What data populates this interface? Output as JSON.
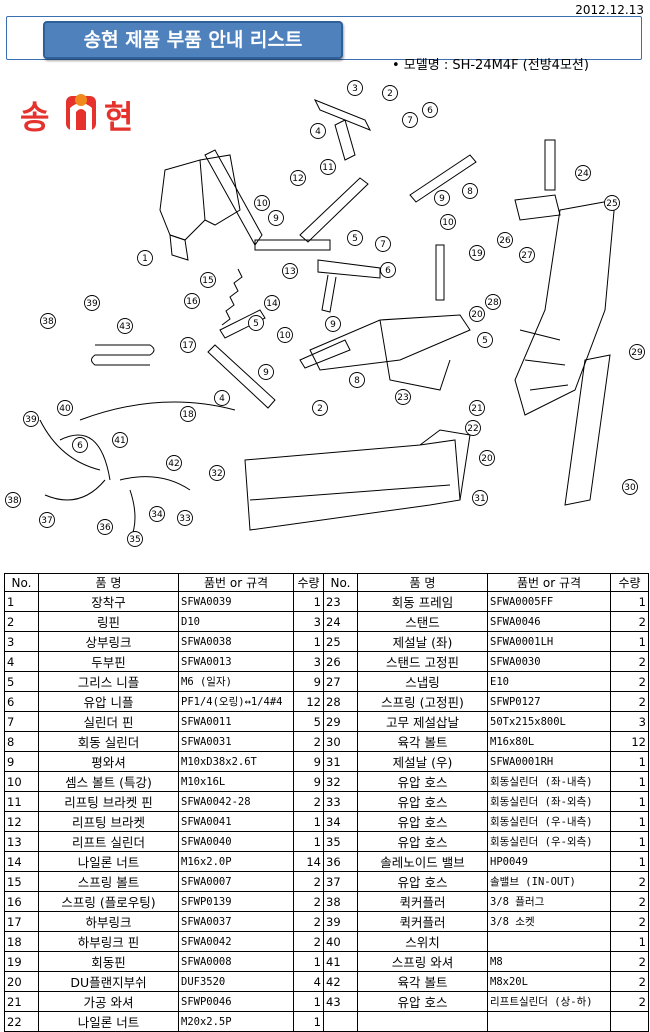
{
  "header": {
    "date": "2012.12.13",
    "title": "송현 제품 부품 안내 리스트",
    "model_label": "• 모델명 : SH-24M4F (전방4모션)"
  },
  "logo": {
    "text_left": "송",
    "text_right": "현",
    "colors": [
      "#e5322d",
      "#f08a1c"
    ]
  },
  "diagram": {
    "callouts": [
      "1",
      "2",
      "3",
      "4",
      "5",
      "6",
      "7",
      "8",
      "9",
      "10",
      "11",
      "12",
      "13",
      "14",
      "15",
      "16",
      "17",
      "18",
      "19",
      "20",
      "21",
      "22",
      "23",
      "24",
      "25",
      "26",
      "27",
      "28",
      "29",
      "30",
      "31",
      "32",
      "33",
      "34",
      "35",
      "36",
      "37",
      "38",
      "39",
      "40",
      "41",
      "42",
      "43"
    ]
  },
  "table": {
    "headers": [
      "No.",
      "품  명",
      "품번 or 규격",
      "수량",
      "No.",
      "품  명",
      "품번 or 규격",
      "수량"
    ],
    "left": [
      {
        "no": "1",
        "name": "장착구",
        "code": "SFWA0039",
        "qty": "1"
      },
      {
        "no": "2",
        "name": "링핀",
        "code": "D10",
        "qty": "3"
      },
      {
        "no": "3",
        "name": "상부링크",
        "code": "SFWA0038",
        "qty": "1"
      },
      {
        "no": "4",
        "name": "두부핀",
        "code": "SFWA0013",
        "qty": "3"
      },
      {
        "no": "5",
        "name": "그리스 니플",
        "code": "M6 (일자)",
        "qty": "9"
      },
      {
        "no": "6",
        "name": "유압 니플",
        "code": "PF1/4(오링)↔1/4#4",
        "qty": "12"
      },
      {
        "no": "7",
        "name": "실린더 핀",
        "code": "SFWA0011",
        "qty": "5"
      },
      {
        "no": "8",
        "name": "회동 실린더",
        "code": "SFWA0031",
        "qty": "2"
      },
      {
        "no": "9",
        "name": "평와셔",
        "code": "M10xD38x2.6T",
        "qty": "9"
      },
      {
        "no": "10",
        "name": "셈스 볼트 (특강)",
        "code": "M10x16L",
        "qty": "9"
      },
      {
        "no": "11",
        "name": "리프팅 브라켓 핀",
        "code": "SFWA0042-28",
        "qty": "2"
      },
      {
        "no": "12",
        "name": "리프팅 브라켓",
        "code": "SFWA0041",
        "qty": "1"
      },
      {
        "no": "13",
        "name": "리프트 실린더",
        "code": "SFWA0040",
        "qty": "1"
      },
      {
        "no": "14",
        "name": "나일론 너트",
        "code": "M16x2.0P",
        "qty": "14"
      },
      {
        "no": "15",
        "name": "스프링 볼트",
        "code": "SFWA0007",
        "qty": "2"
      },
      {
        "no": "16",
        "name": "스프링 (플로우팅)",
        "code": "SFWP0139",
        "qty": "2"
      },
      {
        "no": "17",
        "name": "하부링크",
        "code": "SFWA0037",
        "qty": "2"
      },
      {
        "no": "18",
        "name": "하부링크 핀",
        "code": "SFWA0042",
        "qty": "2"
      },
      {
        "no": "19",
        "name": "회동핀",
        "code": "SFWA0008",
        "qty": "1"
      },
      {
        "no": "20",
        "name": "DU플랜지부쉬",
        "code": "DUF3520",
        "qty": "4"
      },
      {
        "no": "21",
        "name": "가공 와셔",
        "code": "SFWP0046",
        "qty": "1"
      },
      {
        "no": "22",
        "name": "나일론 너트",
        "code": "M20x2.5P",
        "qty": "1"
      }
    ],
    "right": [
      {
        "no": "23",
        "name": "회동 프레임",
        "code": "SFWA0005FF",
        "qty": "1"
      },
      {
        "no": "24",
        "name": "스탠드",
        "code": "SFWA0046",
        "qty": "2"
      },
      {
        "no": "25",
        "name": "제설날 (좌)",
        "code": "SFWA0001LH",
        "qty": "1"
      },
      {
        "no": "26",
        "name": "스탠드 고정핀",
        "code": "SFWA0030",
        "qty": "2"
      },
      {
        "no": "27",
        "name": "스냅링",
        "code": "E10",
        "qty": "2"
      },
      {
        "no": "28",
        "name": "스프링 (고정핀)",
        "code": "SFWP0127",
        "qty": "2"
      },
      {
        "no": "29",
        "name": "고무 제설삽날",
        "code": "50Tx215x800L",
        "qty": "3"
      },
      {
        "no": "30",
        "name": "육각 볼트",
        "code": "M16x80L",
        "qty": "12"
      },
      {
        "no": "31",
        "name": "제설날 (우)",
        "code": "SFWA0001RH",
        "qty": "1"
      },
      {
        "no": "32",
        "name": "유압 호스",
        "code": "회동실린더 (좌-내측)",
        "qty": "1"
      },
      {
        "no": "33",
        "name": "유압 호스",
        "code": "회동실린더 (좌-외측)",
        "qty": "1"
      },
      {
        "no": "34",
        "name": "유압 호스",
        "code": "회동실린더 (우-내측)",
        "qty": "1"
      },
      {
        "no": "35",
        "name": "유압 호스",
        "code": "회동실린더 (우-외측)",
        "qty": "1"
      },
      {
        "no": "36",
        "name": "솔레노이드 밸브",
        "code": "HP0049",
        "qty": "1"
      },
      {
        "no": "37",
        "name": "유압 호스",
        "code": "솔밸브 (IN-OUT)",
        "qty": "2"
      },
      {
        "no": "38",
        "name": "퀵커플러",
        "code": "3/8 플러그",
        "qty": "2"
      },
      {
        "no": "39",
        "name": "퀵커플러",
        "code": "3/8 소켓",
        "qty": "2"
      },
      {
        "no": "40",
        "name": "스위치",
        "code": "",
        "qty": "1"
      },
      {
        "no": "41",
        "name": "스프링 와셔",
        "code": "M8",
        "qty": "2"
      },
      {
        "no": "42",
        "name": "육각 볼트",
        "code": "M8x20L",
        "qty": "2"
      },
      {
        "no": "43",
        "name": "유압 호스",
        "code": "리프트실린더 (상-하)",
        "qty": "2"
      },
      {
        "no": "",
        "name": "",
        "code": "",
        "qty": ""
      }
    ]
  }
}
